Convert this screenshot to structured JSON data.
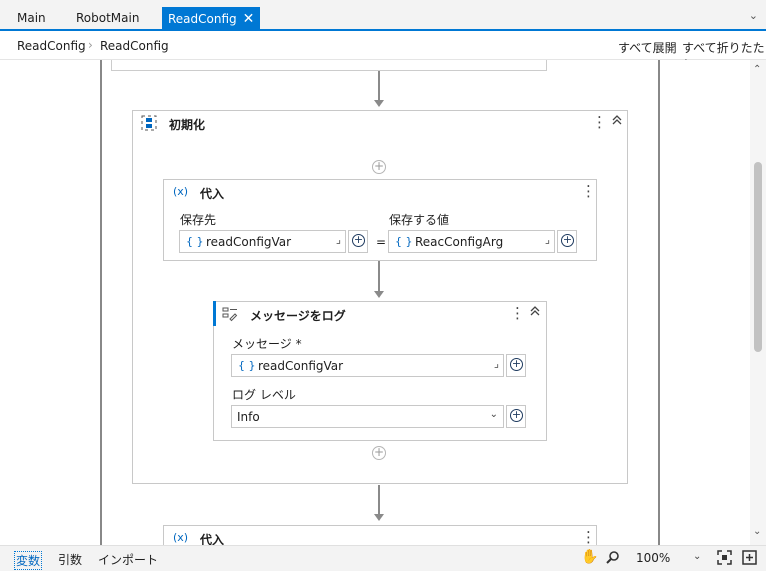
{
  "tabs": [
    {
      "label": "Main"
    },
    {
      "label": "RobotMain"
    },
    {
      "label": "ReadConfig",
      "active": true
    }
  ],
  "tab_close": "✕",
  "tab_overflow": "⌄",
  "breadcrumb": {
    "items": [
      "ReadConfig",
      "ReadConfig"
    ],
    "separator": "›",
    "expand_all": "すべて展開",
    "collapse_all": "すべて折りたたむ"
  },
  "init_sequence": {
    "title": "初期化"
  },
  "assign1": {
    "title": "代入",
    "to_label": "保存先",
    "to_value": "readConfigVar",
    "value_label": "保存する値",
    "value_value": "ReacConfigArg",
    "equals": "="
  },
  "log_message": {
    "title": "メッセージをログ",
    "message_label": "メッセージ *",
    "message_value": "readConfigVar",
    "level_label": "ログ レベル",
    "level_value": "Info"
  },
  "assign2": {
    "title": "代入"
  },
  "statusbar": {
    "variables": "変数",
    "arguments": "引数",
    "imports": "インポート",
    "zoom": "100%"
  },
  "accent_color": "#0078d4"
}
